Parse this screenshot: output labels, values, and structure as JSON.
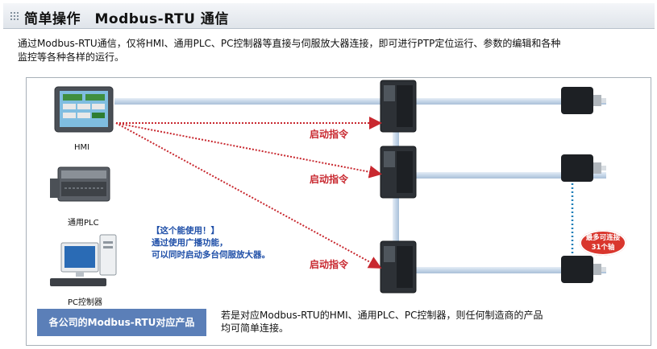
{
  "header": {
    "title": "简单操作　Modbus-RTU 通信"
  },
  "intro": {
    "line1": "通过Modbus-RTU通信，仅将HMI、通用PLC、PC控制器等直接与伺服放大器连接，即可进行PTP定位运行、参数的编辑和各种",
    "line2": "监控等各种各样的运行。"
  },
  "devices": {
    "hmi": "HMI",
    "plc": "通用PLC",
    "pc": "PC控制器"
  },
  "commands": {
    "cmd1": "启动指令",
    "cmd2": "启动指令",
    "cmd3": "启动指令"
  },
  "note": {
    "line1": "【这个能使用！】",
    "line2": "通过使用广播功能，",
    "line3": "可以同时启动多台伺服放大器。"
  },
  "badge": {
    "line1": "最多可连接",
    "line2": "31个轴"
  },
  "banner": {
    "label": "各公司的Modbus-RTU对应产品"
  },
  "bottom": {
    "line1": "若是对应Modbus-RTU的HMI、通用PLC、PC控制器，则任何制造商的产品",
    "line2": "均可简单连接。"
  },
  "colors": {
    "cable": "#c9d8e8",
    "cable_edge": "#9fb6cf",
    "arrow": "#c8282f",
    "note": "#1f4fa8",
    "banner": "#5b7fb8",
    "badge": "#d9362d"
  }
}
